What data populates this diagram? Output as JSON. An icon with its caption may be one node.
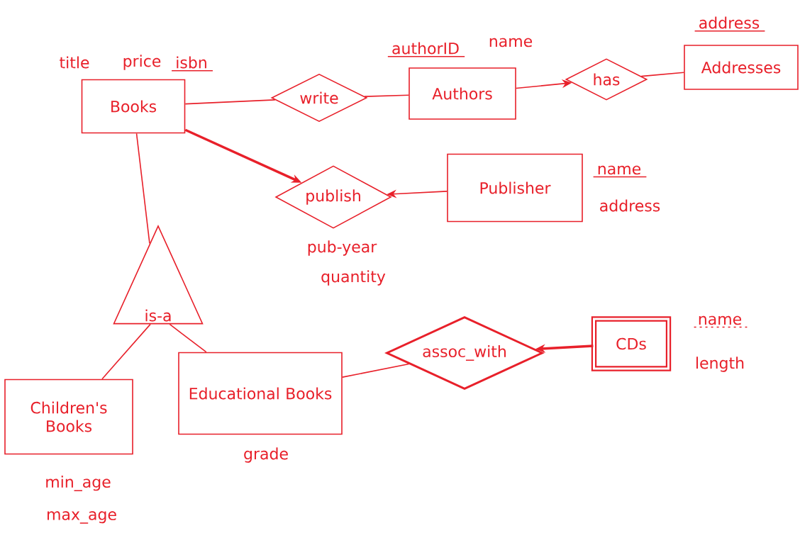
{
  "diagram": {
    "nodes": [
      {
        "text": [
          "Books"
        ],
        "beside": [
          "title",
          "price",
          "isbn"
        ]
      },
      {
        "text": [
          "write"
        ]
      },
      {
        "text": [
          "Authors"
        ],
        "beside": [
          "authorID",
          "name"
        ]
      },
      {
        "text": [
          "has"
        ]
      },
      {
        "text": [
          "Addresses"
        ],
        "beside": [
          "address"
        ]
      },
      {
        "text": [
          "publish"
        ],
        "beside": [
          "pub-year",
          "quantity"
        ]
      },
      {
        "text": [
          "Publisher"
        ],
        "beside": [
          "name",
          "address"
        ]
      },
      {
        "text": [
          "is-a"
        ]
      },
      {
        "text": [
          "Children's Books"
        ],
        "beside": [
          "min_age",
          "max_age"
        ]
      },
      {
        "text": [
          "Educational Books"
        ],
        "beside": [
          "grade"
        ]
      },
      {
        "text": [
          "assoc_with"
        ]
      },
      {
        "text": [
          "CDs"
        ],
        "beside": [
          "name",
          "length"
        ]
      }
    ],
    "edges": [
      {
        "from": 0,
        "to": 1,
        "arrow": "none"
      },
      {
        "from": 1,
        "to": 2,
        "arrow": "none"
      },
      {
        "from": 2,
        "to": 3,
        "arrow": "to"
      },
      {
        "from": 3,
        "to": 4,
        "arrow": "none"
      },
      {
        "from": 0,
        "to": 5,
        "arrow": "to",
        "style": "thick"
      },
      {
        "from": 6,
        "to": 5,
        "arrow": "to"
      },
      {
        "from": 0,
        "to": 7,
        "arrow": "none"
      },
      {
        "from": 7,
        "to": 8,
        "arrow": "none"
      },
      {
        "from": 7,
        "to": 9,
        "arrow": "none"
      },
      {
        "from": 9,
        "to": 10,
        "arrow": "none"
      },
      {
        "from": 11,
        "to": 10,
        "arrow": "to",
        "style": "thick"
      }
    ]
  }
}
